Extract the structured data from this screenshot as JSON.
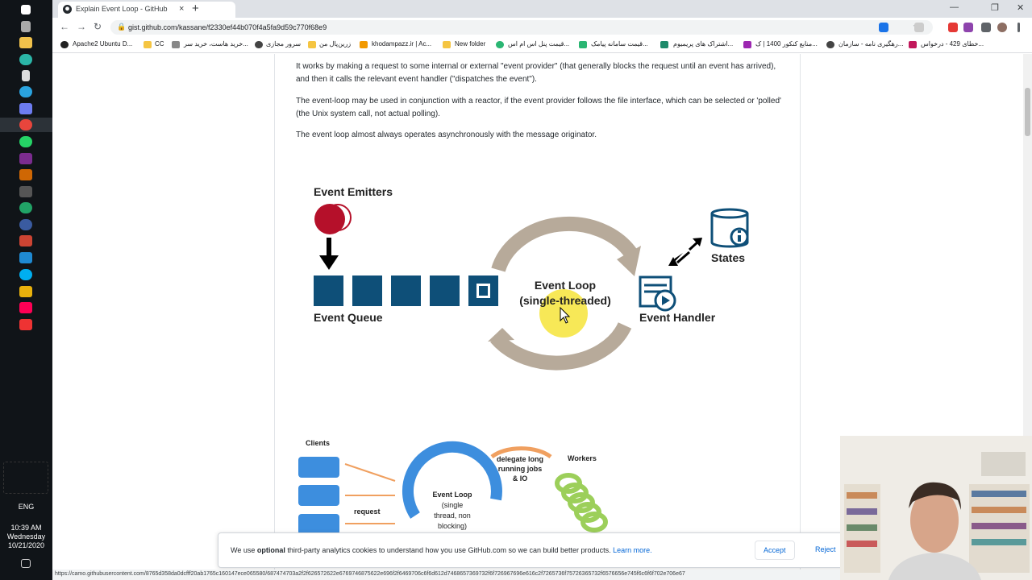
{
  "taskbar": {
    "time": "10:39 AM",
    "day": "Wednesday",
    "date": "10/21/2020",
    "language": "ENG"
  },
  "tab": {
    "title": "Explain Event Loop - GitHub",
    "close": "×",
    "new_tab": "+"
  },
  "window": {
    "minimize": "—",
    "restore": "❐",
    "close": "✕"
  },
  "toolbar": {
    "back": "←",
    "forward": "→",
    "reload": "↻",
    "url": "gist.github.com/kassane/f2330ef44b070f4a5fa9d59c770f68e9",
    "star": "☆"
  },
  "bookmarks": [
    "Apache2 Ubuntu D...",
    "CC",
    "خرید هاست، خرید سر...",
    "سرور مجازی",
    "زرین‌پال من",
    "khodampazz.ir | Ac...",
    "New folder",
    "قیمت پنل اس ام اس...",
    "قیمت سامانه پیامک...",
    "اشتراک های پریمیوم...",
    "منابع کنکور 1400 | ک...",
    "رهگیری نامه - سازمان...",
    "خطای 429 - درخواس..."
  ],
  "article": {
    "p1": "It works by making a request to some internal or external \"event provider\" (that generally blocks the request until an event has arrived), and then it calls the relevant event handler (\"dispatches the event\").",
    "p2": "The event-loop may be used in conjunction with a reactor, if the event provider follows the file interface, which can be selected or 'polled' (the Unix system call, not actual polling).",
    "p3": "The event loop almost always operates asynchronously with the message originator."
  },
  "diagram1": {
    "emitters": "Event Emitters",
    "queue": "Event Queue",
    "loop_line1": "Event Loop",
    "loop_line2": "(single-threaded)",
    "states": "States",
    "handler": "Event Handler",
    "colors": {
      "dark_blue": "#0e4f78",
      "crimson": "#b5102a",
      "taupe": "#b7aa9a"
    }
  },
  "diagram2": {
    "clients": "Clients",
    "request": "request",
    "loop_line1": "Event Loop",
    "loop_line2": "(single",
    "loop_line3": "thread, non",
    "loop_line4": "blocking)",
    "delegate_line1": "delegate long",
    "delegate_line2": "running jobs",
    "delegate_line3": "& IO",
    "workers": "Workers"
  },
  "cookie": {
    "pre": "We use ",
    "bold": "optional",
    "post": " third-party analytics cookies to understand how you use GitHub.com so we can build better products.",
    "learn": "Learn more.",
    "accept": "Accept",
    "reject": "Reject"
  },
  "status_url": "https://camo.githubusercontent.com/8765d358da0dcfff20ab1765c160147ece065580/687474703a2f2f626572622e6769746875622e696f2f6469706c6f6d612d7468657369732f6f726967696e616c2f7265736f75726365732f6576656e745f6c6f6f702e706e67"
}
